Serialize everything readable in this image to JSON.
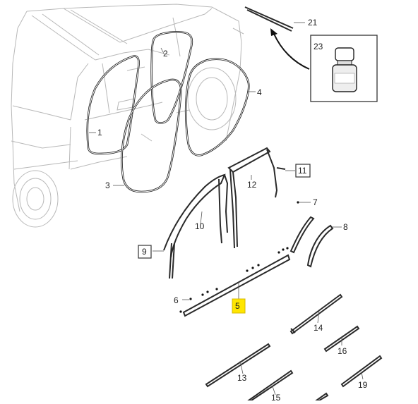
{
  "callouts": {
    "c1": "1",
    "c2": "2",
    "c3": "3",
    "c4": "4",
    "c5": "5",
    "c6": "6",
    "c7": "7",
    "c8": "8",
    "c9": "9",
    "c10": "10",
    "c11": "11",
    "c12": "12",
    "c13": "13",
    "c14": "14",
    "c15": "15",
    "c16": "16",
    "c19": "19",
    "c21": "21",
    "c23": "23"
  },
  "colors": {
    "highlight": "#ffe600",
    "outline": "#1a1a1a",
    "car_body": "#b8b8b8"
  }
}
